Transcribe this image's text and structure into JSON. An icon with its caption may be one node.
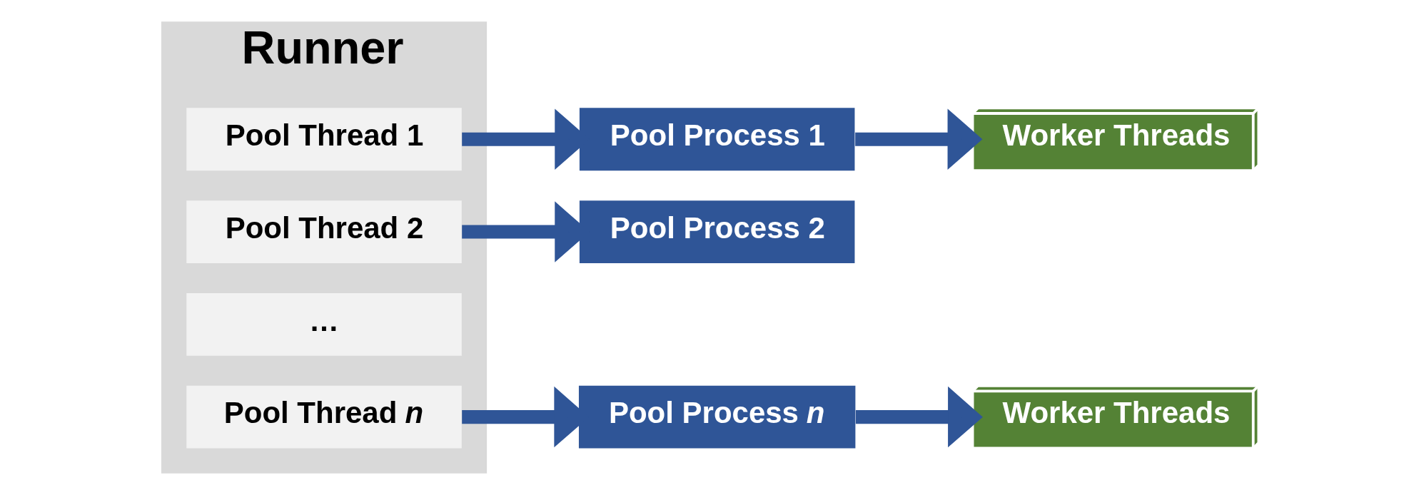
{
  "diagram": {
    "nodes": [
      {
        "text": [
          "Runner"
        ]
      },
      {
        "text": [
          "Pool Thread 1"
        ],
        "in": 0
      },
      {
        "text": [
          "Pool Thread 2"
        ],
        "in": 0
      },
      {
        "text": [
          "…"
        ],
        "in": 0
      },
      {
        "text": [
          "Pool Thread *n*"
        ],
        "in": 0
      },
      {
        "text": [
          "Pool Process 1"
        ]
      },
      {
        "text": [
          "Pool Process 2"
        ]
      },
      {
        "text": [
          "Pool Process *n*"
        ]
      },
      {
        "text": [
          "Worker Threads"
        ]
      },
      {
        "text": [
          "Worker Threads"
        ]
      }
    ],
    "edges": [
      {
        "from": 1,
        "to": 5,
        "arrow": "to"
      },
      {
        "from": 2,
        "to": 6,
        "arrow": "to"
      },
      {
        "from": 4,
        "to": 7,
        "arrow": "to"
      },
      {
        "from": 5,
        "to": 8,
        "arrow": "to"
      },
      {
        "from": 7,
        "to": 9,
        "arrow": "to"
      }
    ]
  }
}
